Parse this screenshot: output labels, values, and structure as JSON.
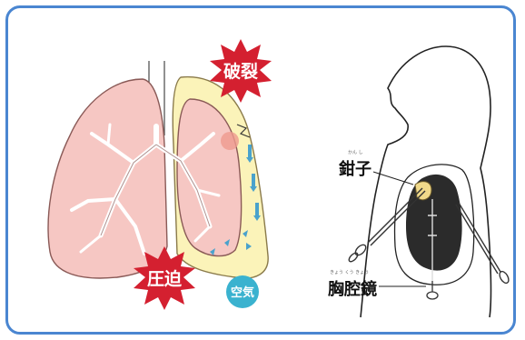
{
  "lung_diagram": {
    "rupture_label": "破裂",
    "compression_label": "圧迫",
    "air_label": "空気"
  },
  "thoracoscopy_diagram": {
    "forceps_label": "鉗子",
    "forceps_ruby": "かん し",
    "thoracoscope_label": "胸腔鏡",
    "thoracoscope_ruby": "きょう くう きょう"
  },
  "colors": {
    "frame_border": "#4a86d1",
    "lung_fill": "#f6c7c3",
    "pleural_space": "#fbf3b9",
    "bronchi": "#ffffff",
    "burst_red": "#d42030",
    "air_bubble": "#3ab2cf",
    "air_arrows": "#4aa2cc",
    "cavity_dark": "#2b2b2b"
  }
}
